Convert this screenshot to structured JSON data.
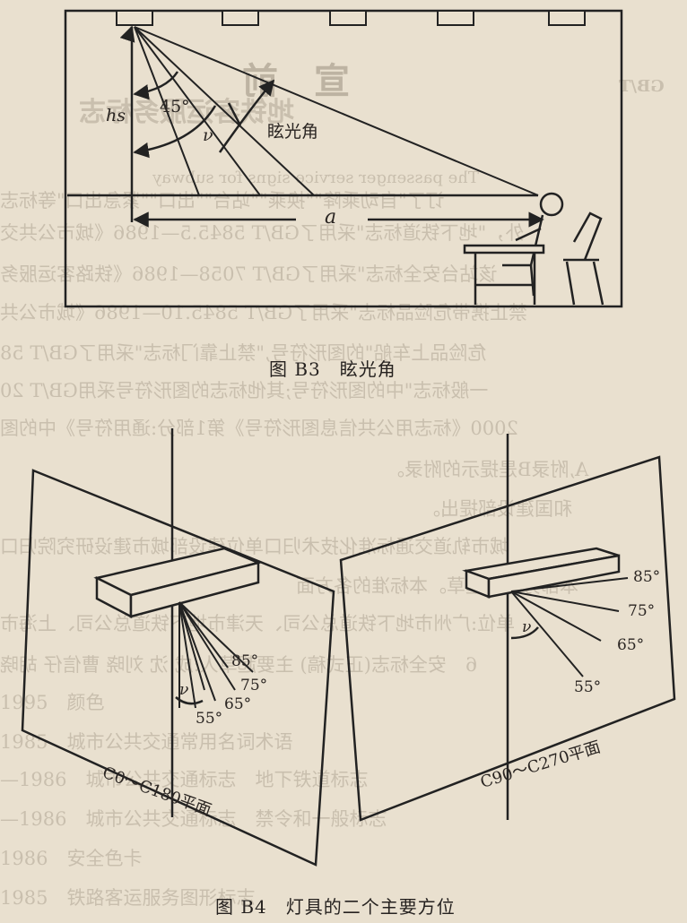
{
  "bleed_text": [
    "宣　前",
    "地铁客运服务标志",
    "GB/T",
    "The passenger service signs for subway",
    "订了\"自动乘降\"\"换乘\"\"站台\"\"出口\"\"紧急出口\"等标志",
    "外，\"地下铁道标志\"采用了GB/T 5845.5—1986《城市公共交",
    "该站台安全标志\"采用了GB/T 7058—1986《铁路客运服务",
    "禁止携带危险品标志\"采用了GB/T 5845.10—1986《城市公共",
    "危险品上车船\"的图形符号,\"禁止靠门标志\"采用了GB/T 58",
    "一般标志\"中的图形符号;其他标志的图形符号采用GB/T 20",
    "2000《标志用公共信息图形符号》第1部分:通用符号》中的图",
    "A,附录B是提示的附录。",
    "和国建设部提出。",
    "城市轨道交通标准化技术归口单位建设部城市建设研究院归口",
    "本部分负责起草。本标准的各方面",
    "单位:广州市地下铁道总公司、天津市地下铁道总公司、上海市",
    "6　安全标志(正式稿) 主要起草人:成 沈 刘晓 曹信仔 胡晓",
    "1995　颜色",
    "1985　城市公共交通常用名词术语",
    "—1986　城市公共交通标志　地下铁道标志",
    "—1986　城市公共交通标志　禁令和一般标志",
    "1986　安全色卡",
    "1985　铁路客运服务图形标志"
  ],
  "figure_b3": {
    "hs": "hs",
    "angle_45": "45°",
    "nu": "ν",
    "glare_angle": "眩光角",
    "a": "a",
    "caption": "图 B3　眩光角"
  },
  "figure_b4": {
    "left": {
      "angles": [
        "85°",
        "75°",
        "65°",
        "55°"
      ],
      "nu": "ν",
      "plane_label": "C0～C180平面"
    },
    "right": {
      "angles": [
        "85°",
        "75°",
        "65°",
        "55°"
      ],
      "nu": "ν",
      "plane_label": "C90～C270平面"
    },
    "caption": "图 B4　灯具的二个主要方位"
  },
  "colors": {
    "paper": "#e9e0cf",
    "ink": "#222222",
    "bleed": "#c9bfae"
  }
}
